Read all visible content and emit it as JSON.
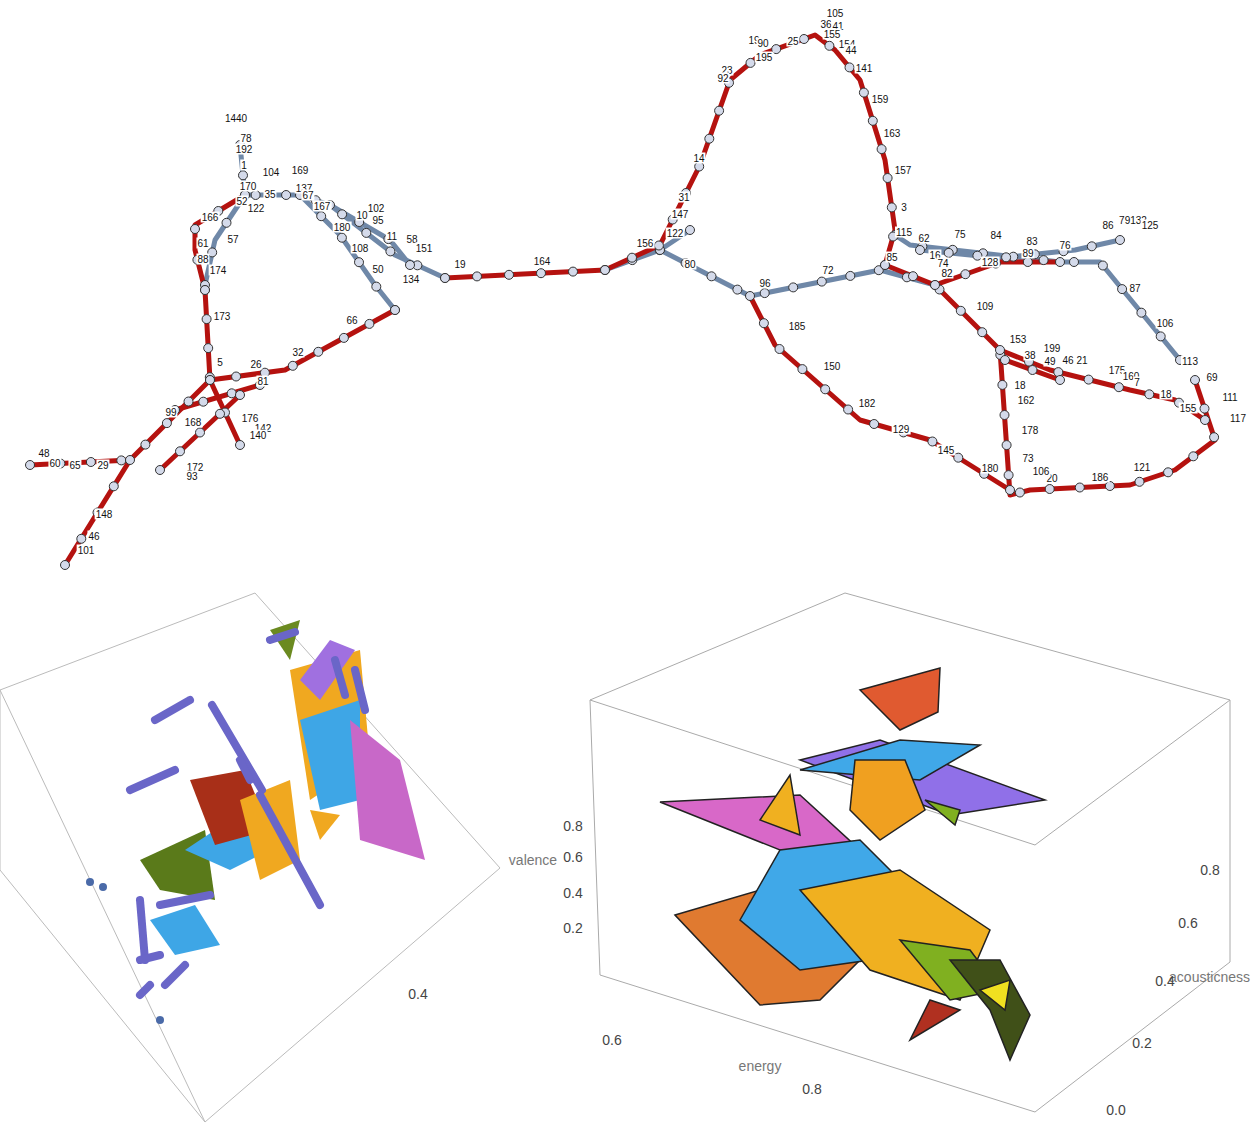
{
  "diagram": {
    "labels": [
      "1440",
      "78",
      "192",
      "1",
      "104",
      "169",
      "170",
      "137",
      "35",
      "67",
      "167",
      "52",
      "122",
      "102",
      "10",
      "95",
      "180",
      "57",
      "11",
      "58",
      "151",
      "108",
      "19",
      "88",
      "174",
      "50",
      "134",
      "61",
      "166",
      "173",
      "66",
      "5",
      "26",
      "32",
      "81",
      "176",
      "142",
      "140",
      "99",
      "168",
      "172",
      "93",
      "48",
      "60",
      "65",
      "29",
      "148",
      "46",
      "101",
      "164",
      "156",
      "122",
      "147",
      "31",
      "14",
      "80",
      "96",
      "72",
      "105",
      "36",
      "41",
      "155",
      "154",
      "44",
      "25",
      "19",
      "90",
      "195",
      "23",
      "92",
      "141",
      "159",
      "163",
      "157",
      "3",
      "115",
      "62",
      "75",
      "84",
      "83",
      "76",
      "16",
      "74",
      "82",
      "128",
      "89",
      "85",
      "86",
      "79132",
      "125",
      "87",
      "106",
      "109",
      "153",
      "199",
      "38",
      "49",
      "46",
      "21",
      "175",
      "160",
      "7",
      "113",
      "69",
      "111",
      "117",
      "18",
      "155",
      "185",
      "150",
      "182",
      "129",
      "145",
      "180",
      "73",
      "178",
      "162",
      "18",
      "186",
      "121",
      "20",
      "106",
      "valence",
      "0.8",
      "0.6",
      "0.4",
      "0.2",
      "energy",
      "0.4",
      "0.6",
      "0.8",
      "acousticness",
      "0.8",
      "0.6",
      "0.4",
      "0.2",
      "0.0"
    ]
  }
}
